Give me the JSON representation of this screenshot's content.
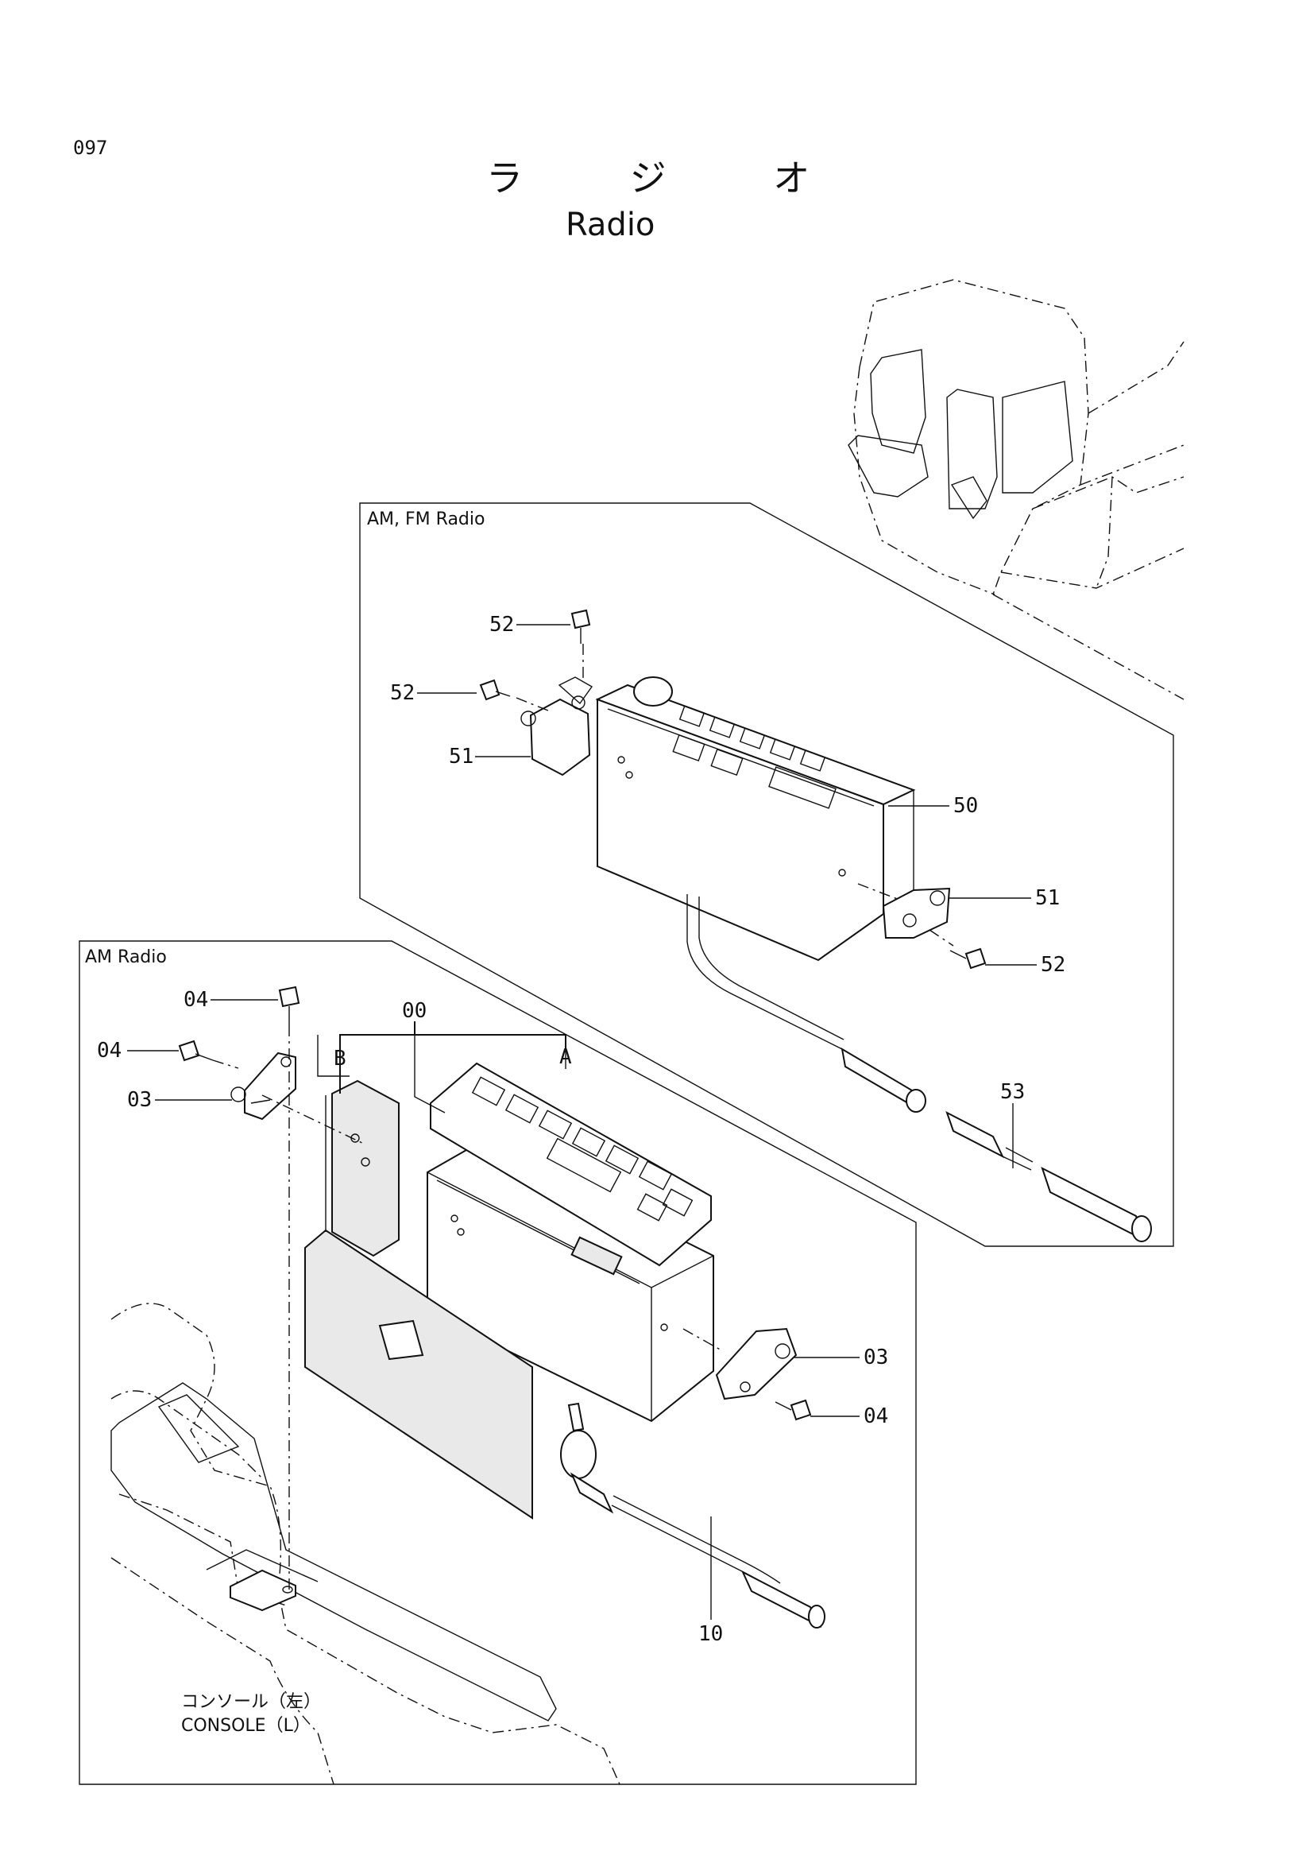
{
  "page_number": "097",
  "title_jp": "ラ ジ オ",
  "title_en": "Radio",
  "panels": {
    "am_fm": {
      "label": "AM, FM Radio"
    },
    "am": {
      "label": "AM Radio"
    }
  },
  "callouts": [
    {
      "id": "52a",
      "text": "52"
    },
    {
      "id": "52b",
      "text": "52"
    },
    {
      "id": "51a",
      "text": "51"
    },
    {
      "id": "50",
      "text": "50"
    },
    {
      "id": "51b",
      "text": "51"
    },
    {
      "id": "52c",
      "text": "52"
    },
    {
      "id": "53",
      "text": "53"
    },
    {
      "id": "04a",
      "text": "04"
    },
    {
      "id": "04b",
      "text": "04"
    },
    {
      "id": "03a",
      "text": "03"
    },
    {
      "id": "00",
      "text": "00"
    },
    {
      "id": "B",
      "text": "B"
    },
    {
      "id": "A",
      "text": "A"
    },
    {
      "id": "03b",
      "text": "03"
    },
    {
      "id": "04c",
      "text": "04"
    },
    {
      "id": "10",
      "text": "10"
    }
  ],
  "console_note": {
    "jp": "コンソール（左）",
    "en": "CONSOLE（L）"
  }
}
